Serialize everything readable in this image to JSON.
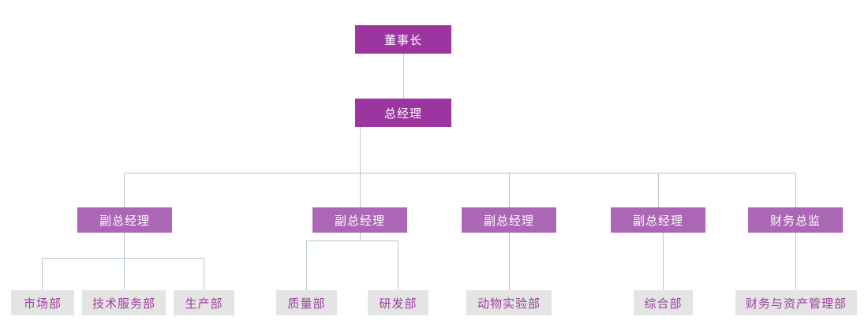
{
  "chart": {
    "type": "org-chart",
    "title": "",
    "line_color": "#b7c7d1",
    "colors": {
      "level0_box": "#9c35a0",
      "level1_box": "#ab66b5",
      "leaf_box": "#e4e4e4",
      "leaf_text": "#9b3f9e",
      "box_text": "#ffffff",
      "background": "#ffffff"
    },
    "nodes": {
      "chairman": {
        "label": "董事长",
        "level": 0
      },
      "general_manager": {
        "label": "总经理",
        "level": 0
      },
      "vp1": {
        "label": "副总经理",
        "level": 1
      },
      "vp2": {
        "label": "副总经理",
        "level": 1
      },
      "vp3": {
        "label": "副总经理",
        "level": 1
      },
      "vp4": {
        "label": "副总经理",
        "level": 1
      },
      "cfo": {
        "label": "财务总监",
        "level": 1
      },
      "dept_market": {
        "label": "市场部",
        "level": 2
      },
      "dept_tech_service": {
        "label": "技术服务部",
        "level": 2
      },
      "dept_production": {
        "label": "生产部",
        "level": 2
      },
      "dept_quality": {
        "label": "质量部",
        "level": 2
      },
      "dept_rnd": {
        "label": "研发部",
        "level": 2
      },
      "dept_animal_lab": {
        "label": "动物实验部",
        "level": 2
      },
      "dept_general_affairs": {
        "label": "综合部",
        "level": 2
      },
      "dept_finance_asset": {
        "label": "财务与资产管理部",
        "level": 2
      }
    },
    "hierarchy": {
      "root": "chairman",
      "edges": [
        {
          "from": "chairman",
          "to": "general_manager"
        },
        {
          "from": "general_manager",
          "to": "vp1"
        },
        {
          "from": "general_manager",
          "to": "vp2"
        },
        {
          "from": "general_manager",
          "to": "vp3"
        },
        {
          "from": "general_manager",
          "to": "vp4"
        },
        {
          "from": "general_manager",
          "to": "cfo"
        },
        {
          "from": "vp1",
          "to": "dept_market"
        },
        {
          "from": "vp1",
          "to": "dept_tech_service"
        },
        {
          "from": "vp1",
          "to": "dept_production"
        },
        {
          "from": "vp2",
          "to": "dept_quality"
        },
        {
          "from": "vp2",
          "to": "dept_rnd"
        },
        {
          "from": "vp3",
          "to": "dept_animal_lab"
        },
        {
          "from": "vp4",
          "to": "dept_general_affairs"
        },
        {
          "from": "cfo",
          "to": "dept_finance_asset"
        }
      ]
    }
  }
}
